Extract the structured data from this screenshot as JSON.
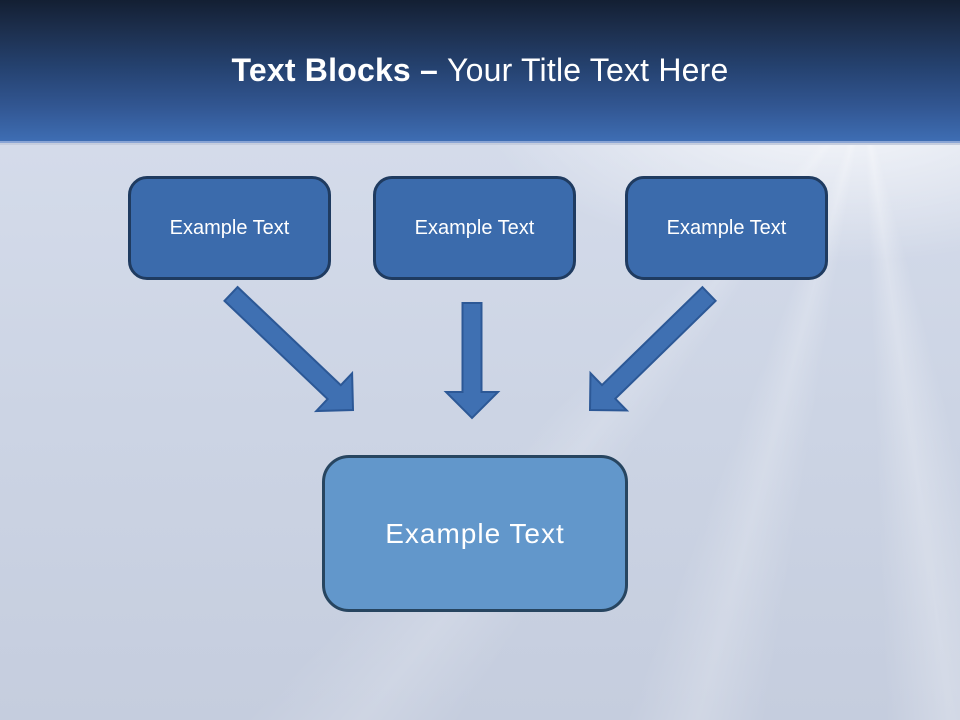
{
  "title": {
    "bold": "Text Blocks –",
    "regular": "Your Title Text Here"
  },
  "diagram": {
    "source_boxes": [
      {
        "label": "Example Text"
      },
      {
        "label": "Example Text"
      },
      {
        "label": "Example Text"
      }
    ],
    "target_box": {
      "label": "Example Text"
    },
    "connectors": [
      {
        "from": "source-box-1",
        "to": "target-box",
        "direction": "down-right"
      },
      {
        "from": "source-box-2",
        "to": "target-box",
        "direction": "down"
      },
      {
        "from": "source-box-3",
        "to": "target-box",
        "direction": "down-left"
      }
    ]
  },
  "colors": {
    "header_top": "#131f33",
    "header_bottom": "#3e6db3",
    "title_color": "#ffffff",
    "background_top": "#d4dbea",
    "background_bottom": "#c5cdde",
    "box_fill": "#3b6bac",
    "box_border": "#1f3b60",
    "target_fill": "#6297cb",
    "target_border": "#274560",
    "arrow_fill": "#3f70b2",
    "arrow_stroke": "#2c5896"
  }
}
